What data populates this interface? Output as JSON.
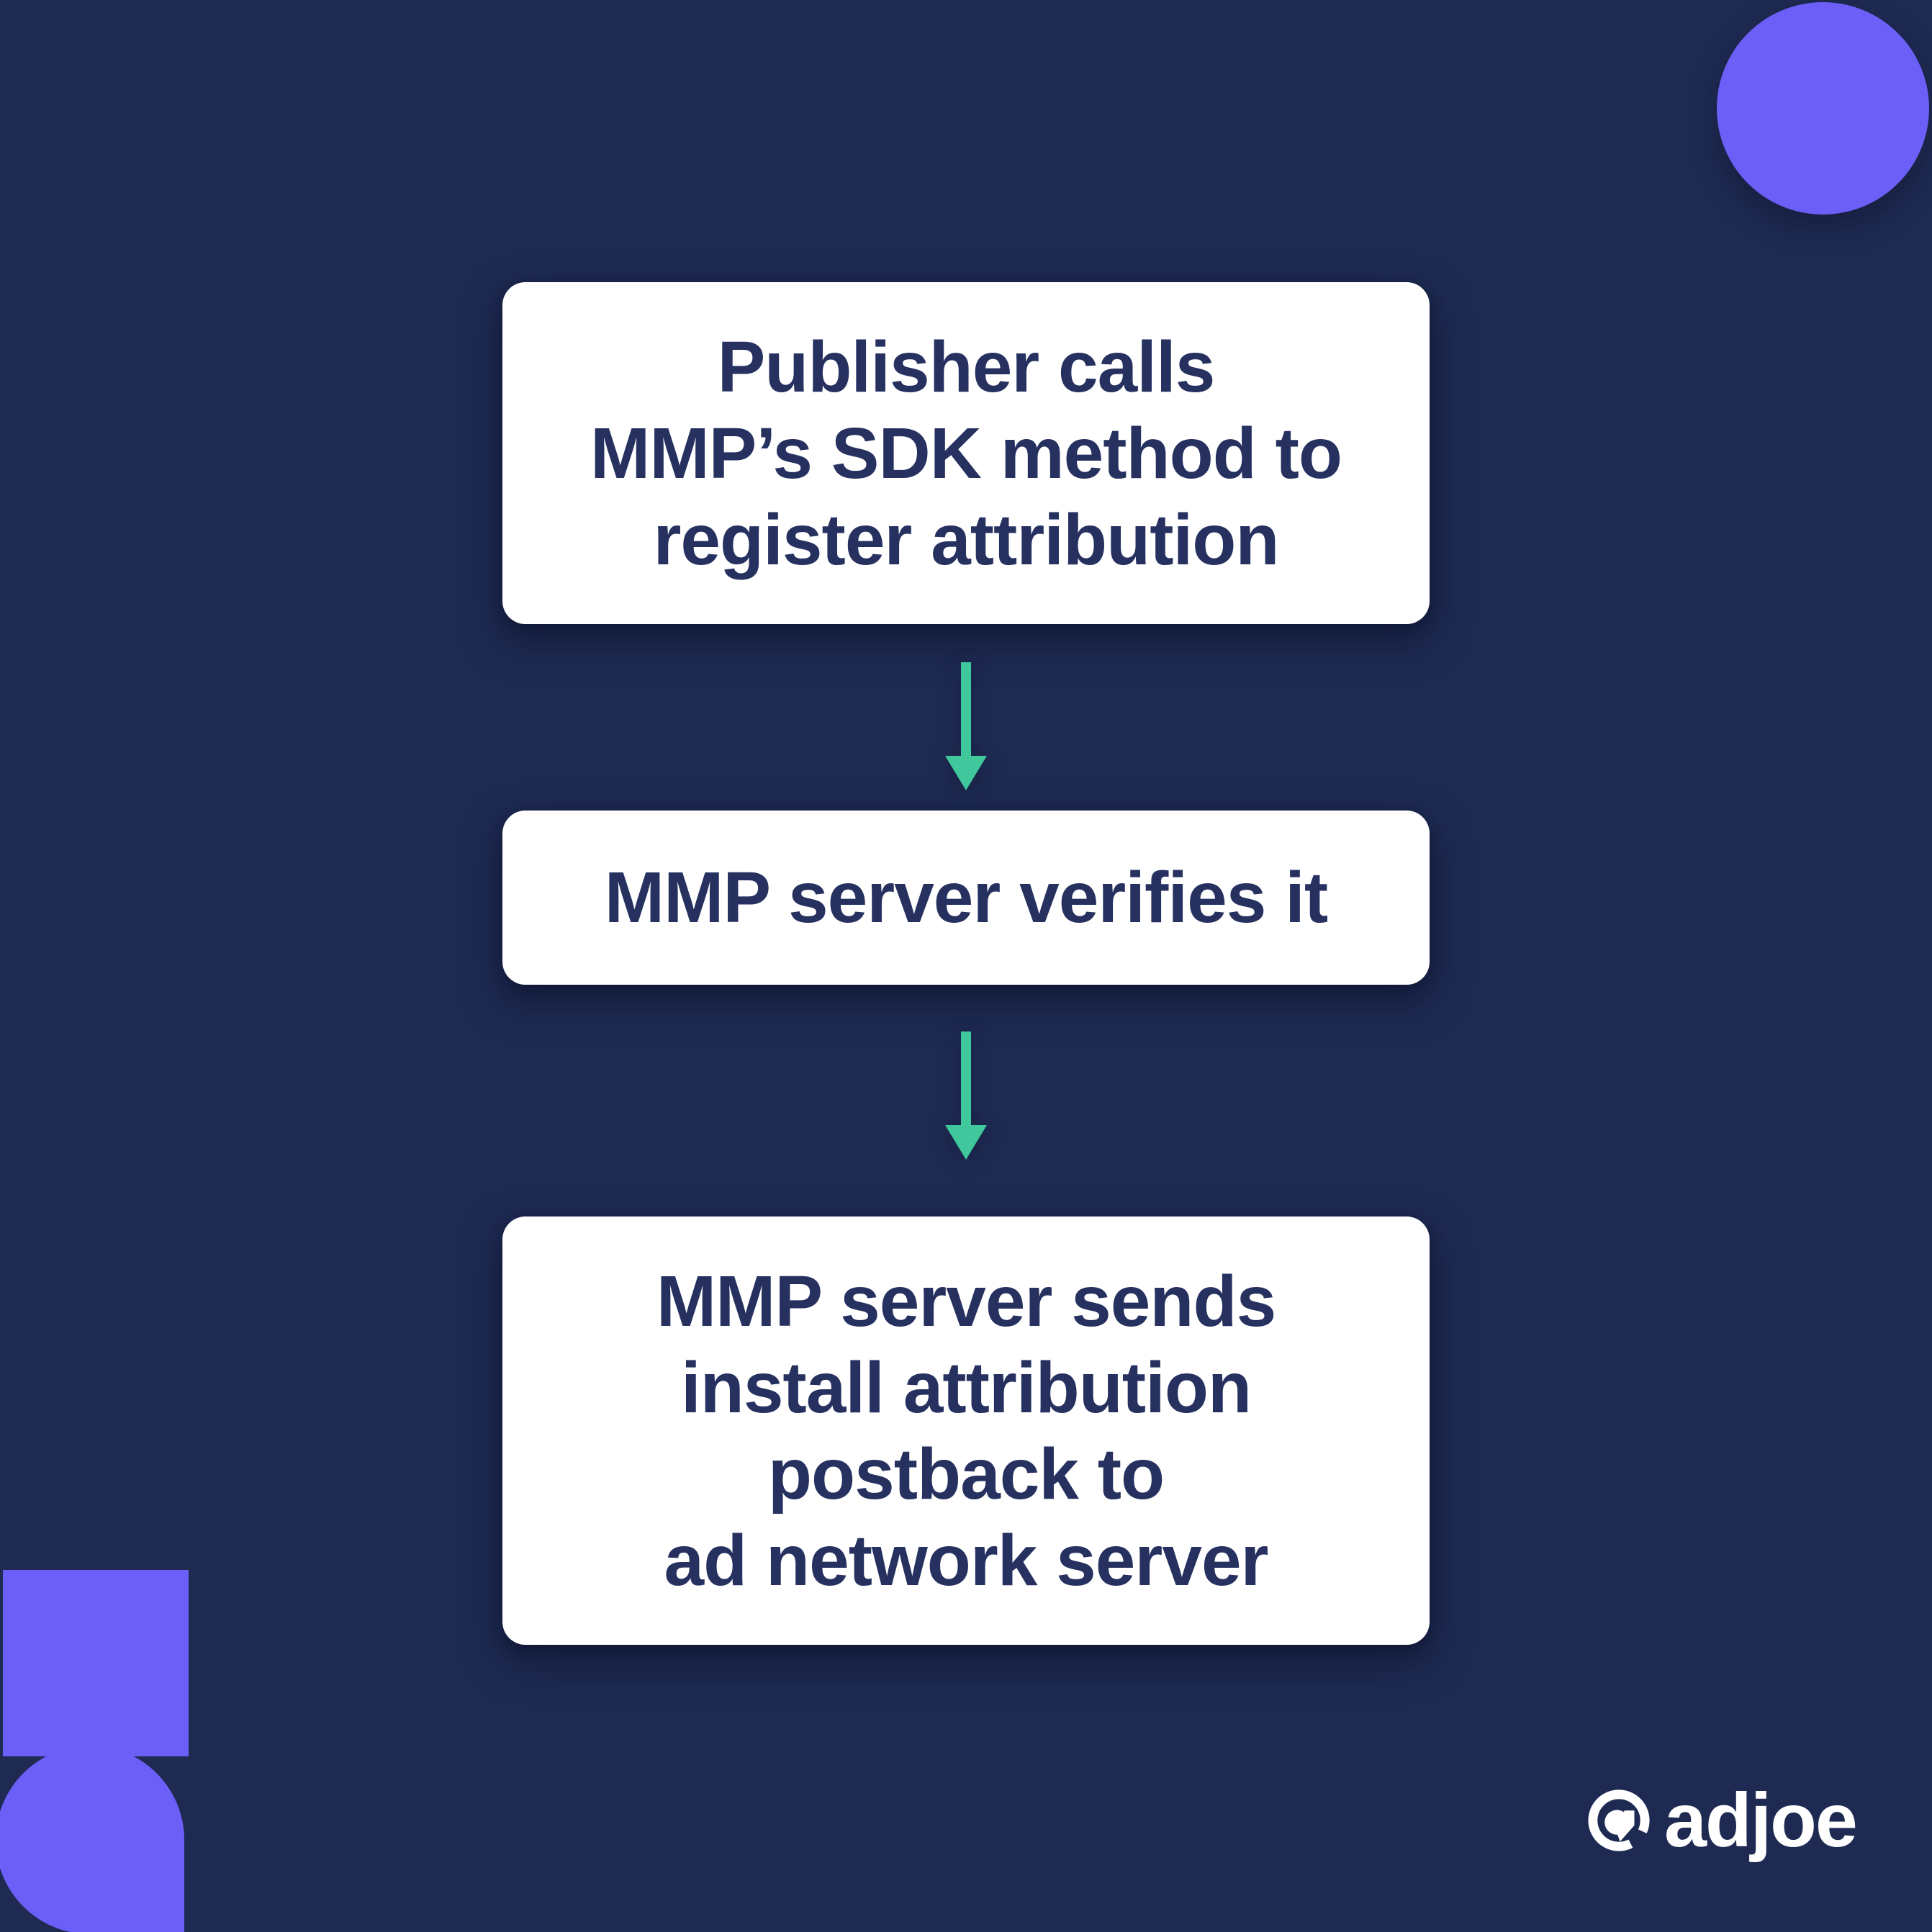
{
  "colors": {
    "background": "#1E2A52",
    "box_bg": "#FFFFFF",
    "box_text": "#263160",
    "arrow": "#40C89C",
    "accent_purple": "#6B5FF7",
    "logo_white": "#FFFFFF"
  },
  "flow": {
    "steps": [
      {
        "id": "step-1",
        "label": "Publisher calls\nMMP’s SDK method to\nregister attribution"
      },
      {
        "id": "step-2",
        "label": "MMP server verifies it"
      },
      {
        "id": "step-3",
        "label": "MMP server sends\ninstall attribution\npostback to\nad network server"
      }
    ],
    "connector_icon": "down-arrow-icon"
  },
  "decorations": [
    {
      "name": "decor-circle-top-right",
      "shape": "circle",
      "color": "#6B5FF7"
    },
    {
      "name": "decor-square-bottom-left",
      "shape": "square",
      "color": "#6B5FF7"
    },
    {
      "name": "decor-bubble-bottom-left",
      "shape": "speech-bubble",
      "color": "#6B5FF7"
    }
  ],
  "logo": {
    "text": "adjoe"
  }
}
